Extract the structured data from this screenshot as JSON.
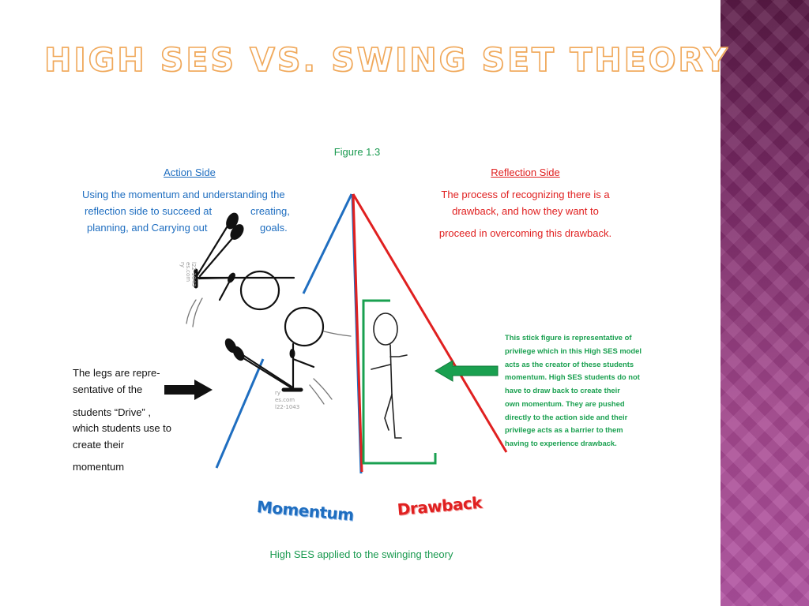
{
  "slide": {
    "title": "HIGH SES VS. SWING SET THEORY",
    "figure_label": "Figure 1.3",
    "caption": "High SES applied to the swinging theory"
  },
  "action_side": {
    "heading": "Action Side",
    "lines": [
      "Using the momentum and understanding the",
      "reflection side to succeed at",
      "creating,",
      "planning, and Carrying out",
      "goals."
    ],
    "color": "#1f6ec0"
  },
  "reflection_side": {
    "heading": "Reflection Side",
    "lines": [
      "The process of recognizing there is a",
      "drawback, and how they want to",
      "proceed in overcoming this drawback."
    ],
    "color": "#e02020"
  },
  "legs_note": {
    "lines": [
      "The legs are repre-",
      "sentative of the",
      "students “Drive” ,",
      "which students use to",
      "create their",
      "momentum"
    ]
  },
  "privilege_note": {
    "lines": [
      "This  stick figure is representative of",
      "privilege which in this High SES model",
      "acts as the creator of these students",
      "momentum. High SES students do not",
      "have to draw back to create their",
      "own momentum. They  are pushed",
      "directly to the action side and their",
      "privilege acts as a barrier to them",
      "having to experience drawback."
    ],
    "color": "#1aa050"
  },
  "swing_words": {
    "momentum": "Momentum",
    "drawback": "Drawback"
  },
  "watermarks": [
    {
      "lines": [
        "ry",
        "es.com",
        "l22-1043"
      ]
    },
    {
      "lines": [
        "ry",
        "es.com",
        "l22-1043"
      ]
    }
  ]
}
